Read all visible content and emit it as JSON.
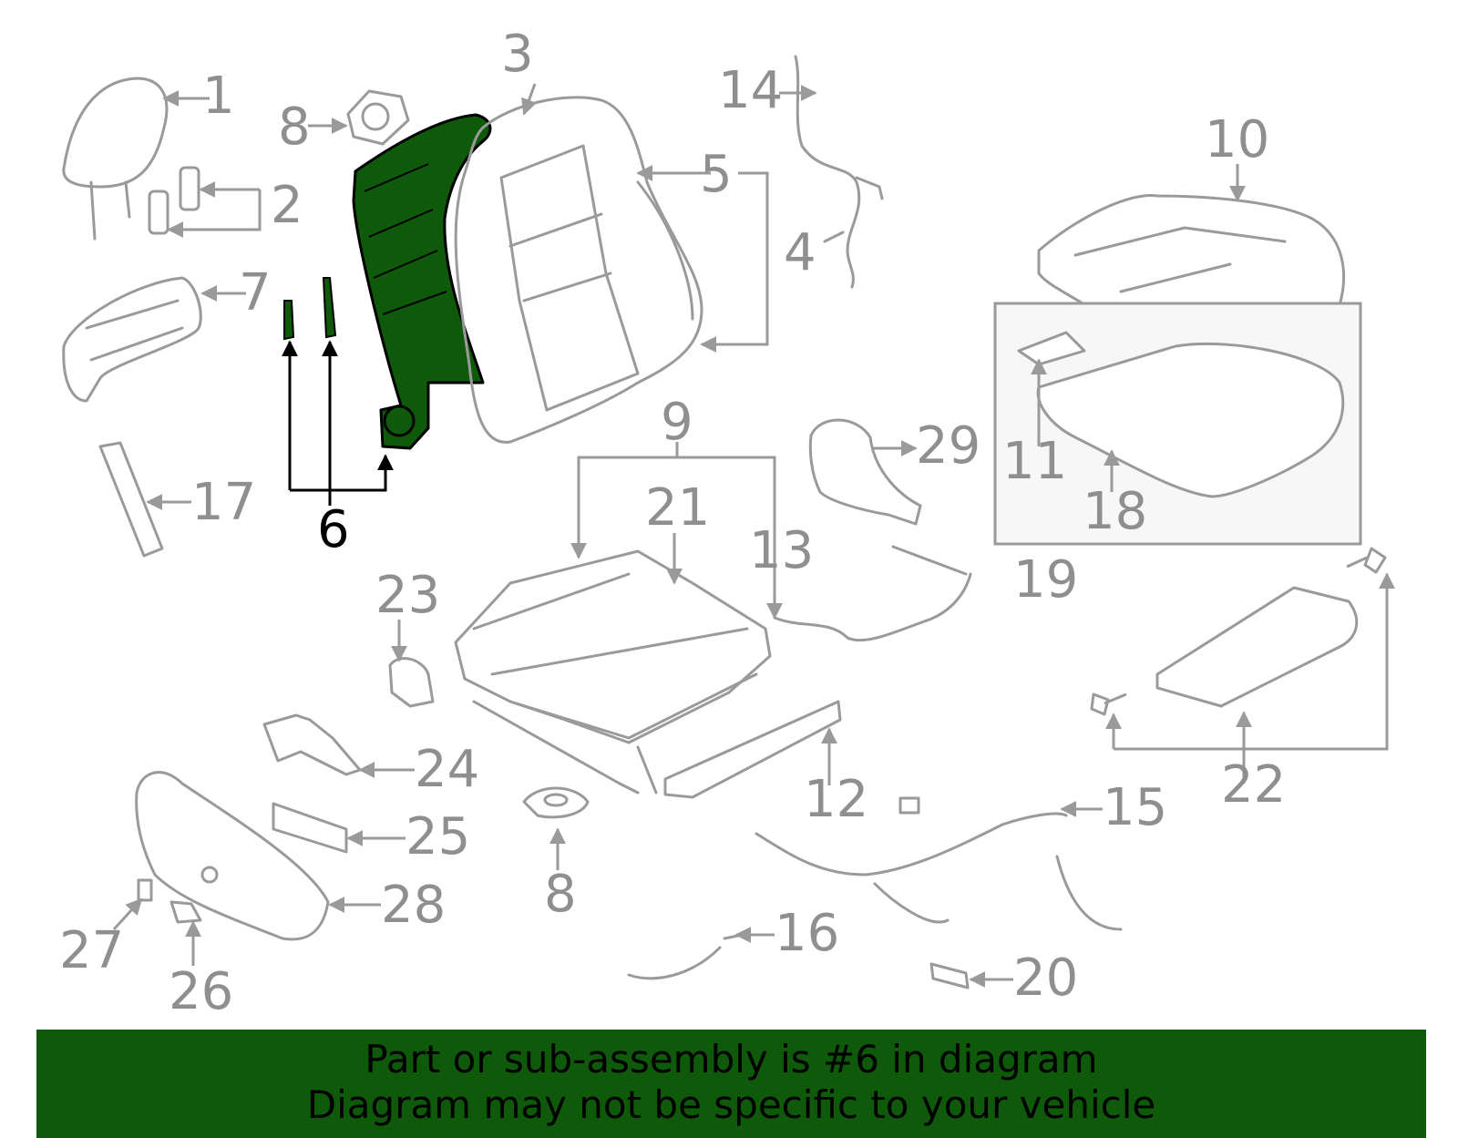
{
  "diagram": {
    "highlighted_part": "6",
    "highlight_color": "#0f5a0a",
    "callouts": [
      "1",
      "2",
      "3",
      "4",
      "5",
      "6",
      "7",
      "8",
      "8",
      "9",
      "10",
      "11",
      "12",
      "13",
      "14",
      "15",
      "16",
      "17",
      "18",
      "19",
      "20",
      "21",
      "22",
      "23",
      "24",
      "25",
      "26",
      "27",
      "28",
      "29"
    ]
  },
  "banner": {
    "line1": "Part or sub-assembly is #6 in diagram",
    "line2": "Diagram may not be specific to your vehicle",
    "background": "#0f5a0a"
  }
}
